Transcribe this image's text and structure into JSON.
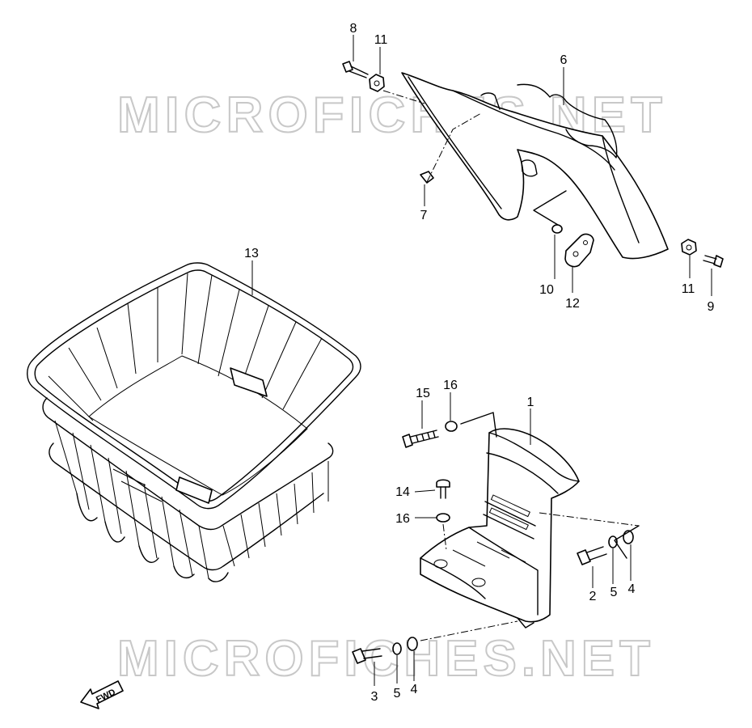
{
  "watermarks": [
    "MICROFICHES.NET",
    "MICROFICHES.NET"
  ],
  "fwd_label": "FWD",
  "callouts": [
    {
      "id": "c8",
      "label": "8"
    },
    {
      "id": "c11a",
      "label": "11"
    },
    {
      "id": "c6",
      "label": "6"
    },
    {
      "id": "c7",
      "label": "7"
    },
    {
      "id": "c10",
      "label": "10"
    },
    {
      "id": "c12",
      "label": "12"
    },
    {
      "id": "c11b",
      "label": "11"
    },
    {
      "id": "c9",
      "label": "9"
    },
    {
      "id": "c13",
      "label": "13"
    },
    {
      "id": "c15",
      "label": "15"
    },
    {
      "id": "c16a",
      "label": "16"
    },
    {
      "id": "c1",
      "label": "1"
    },
    {
      "id": "c14",
      "label": "14"
    },
    {
      "id": "c16b",
      "label": "16"
    },
    {
      "id": "c2",
      "label": "2"
    },
    {
      "id": "c5a",
      "label": "5"
    },
    {
      "id": "c4a",
      "label": "4"
    },
    {
      "id": "c3",
      "label": "3"
    },
    {
      "id": "c5b",
      "label": "5"
    },
    {
      "id": "c4b",
      "label": "4"
    }
  ]
}
